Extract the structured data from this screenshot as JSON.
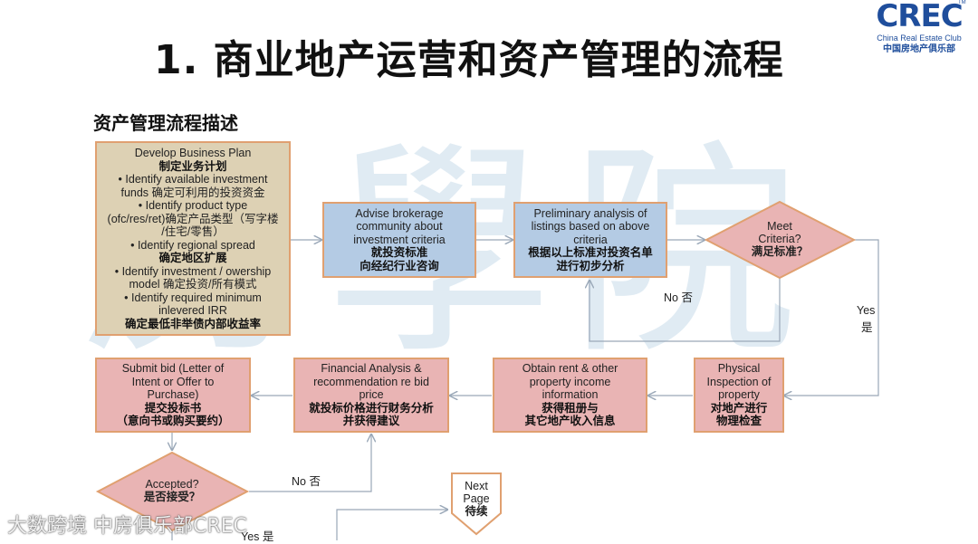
{
  "title": "1. 商业地产运营和资产管理的流程",
  "logo": {
    "main": "CREC",
    "en": "China Real Estate Club",
    "cn": "中国房地产俱乐部",
    "tm": "TM"
  },
  "subtitle": "资产管理流程描述",
  "watermark": "房學院",
  "boxes": {
    "plan": {
      "lines": [
        {
          "t": "Develop Business Plan",
          "s": "en"
        },
        {
          "t": "制定业务计划",
          "s": "cn"
        },
        {
          "t": "• Identify available investment",
          "s": "en"
        },
        {
          "t": "funds 确定可利用的投资资金",
          "s": "en"
        },
        {
          "t": "• Identify product type",
          "s": "en"
        },
        {
          "t": "(ofc/res/ret)确定产品类型（写字楼",
          "s": "en"
        },
        {
          "t": "/住宅/零售）",
          "s": "en"
        },
        {
          "t": "• Identify regional spread",
          "s": "en"
        },
        {
          "t": "确定地区扩展",
          "s": "cn"
        },
        {
          "t": "• Identify investment / owership",
          "s": "en"
        },
        {
          "t": "model 确定投资/所有模式",
          "s": "en"
        },
        {
          "t": "• Identify required minimum",
          "s": "en"
        },
        {
          "t": "inlevered IRR",
          "s": "en"
        },
        {
          "t": "确定最低非举债内部收益率",
          "s": "cn"
        }
      ]
    },
    "advise": {
      "en": [
        "Advise brokerage",
        "community about",
        "investment criteria"
      ],
      "cn": [
        "就投资标准",
        "向经纪行业咨询"
      ]
    },
    "prelim": {
      "en": [
        "Preliminary analysis of",
        "listings based on above",
        "criteria"
      ],
      "cn": [
        "根据以上标准对投资名单",
        "进行初步分析"
      ]
    },
    "meet": {
      "en": [
        "Meet",
        "Criteria?"
      ],
      "cn": [
        "满足标准？"
      ]
    },
    "physical": {
      "en": [
        "Physical",
        "Inspection of",
        "property"
      ],
      "cn": [
        "对地产进行",
        "物理检查"
      ]
    },
    "rent": {
      "en": [
        "Obtain rent & other",
        "property income",
        "information"
      ],
      "cn": [
        "获得租册与",
        "其它地产收入信息"
      ]
    },
    "financial": {
      "en": [
        "Financial Analysis &",
        "recommendation re bid",
        "price"
      ],
      "cn": [
        "就投标价格进行财务分析",
        "并获得建议"
      ]
    },
    "submit": {
      "en": [
        "Submit bid (Letter of",
        "Intent or Offer to",
        "Purchase)"
      ],
      "cn": [
        "提交投标书",
        "（意向书或购买要约）"
      ]
    },
    "accepted": {
      "en": [
        "Accepted?"
      ],
      "cn": [
        "是否接受？"
      ]
    },
    "next": {
      "en": [
        "Next",
        "Page"
      ],
      "cn": [
        "待续"
      ]
    }
  },
  "labels": {
    "no_meet": "No 否",
    "yes_meet_en": "Yes",
    "yes_meet_cn": "是",
    "no_accept": "No 否",
    "yes_accept": "Yes 是"
  },
  "footer": "大数跨境 中房俱乐部CREC",
  "colors": {
    "tan": "#ddd1b4",
    "blue": "#b4cbe4",
    "pink": "#e9b4b4",
    "border": "#e0a070",
    "line": "#9aa8b8"
  }
}
